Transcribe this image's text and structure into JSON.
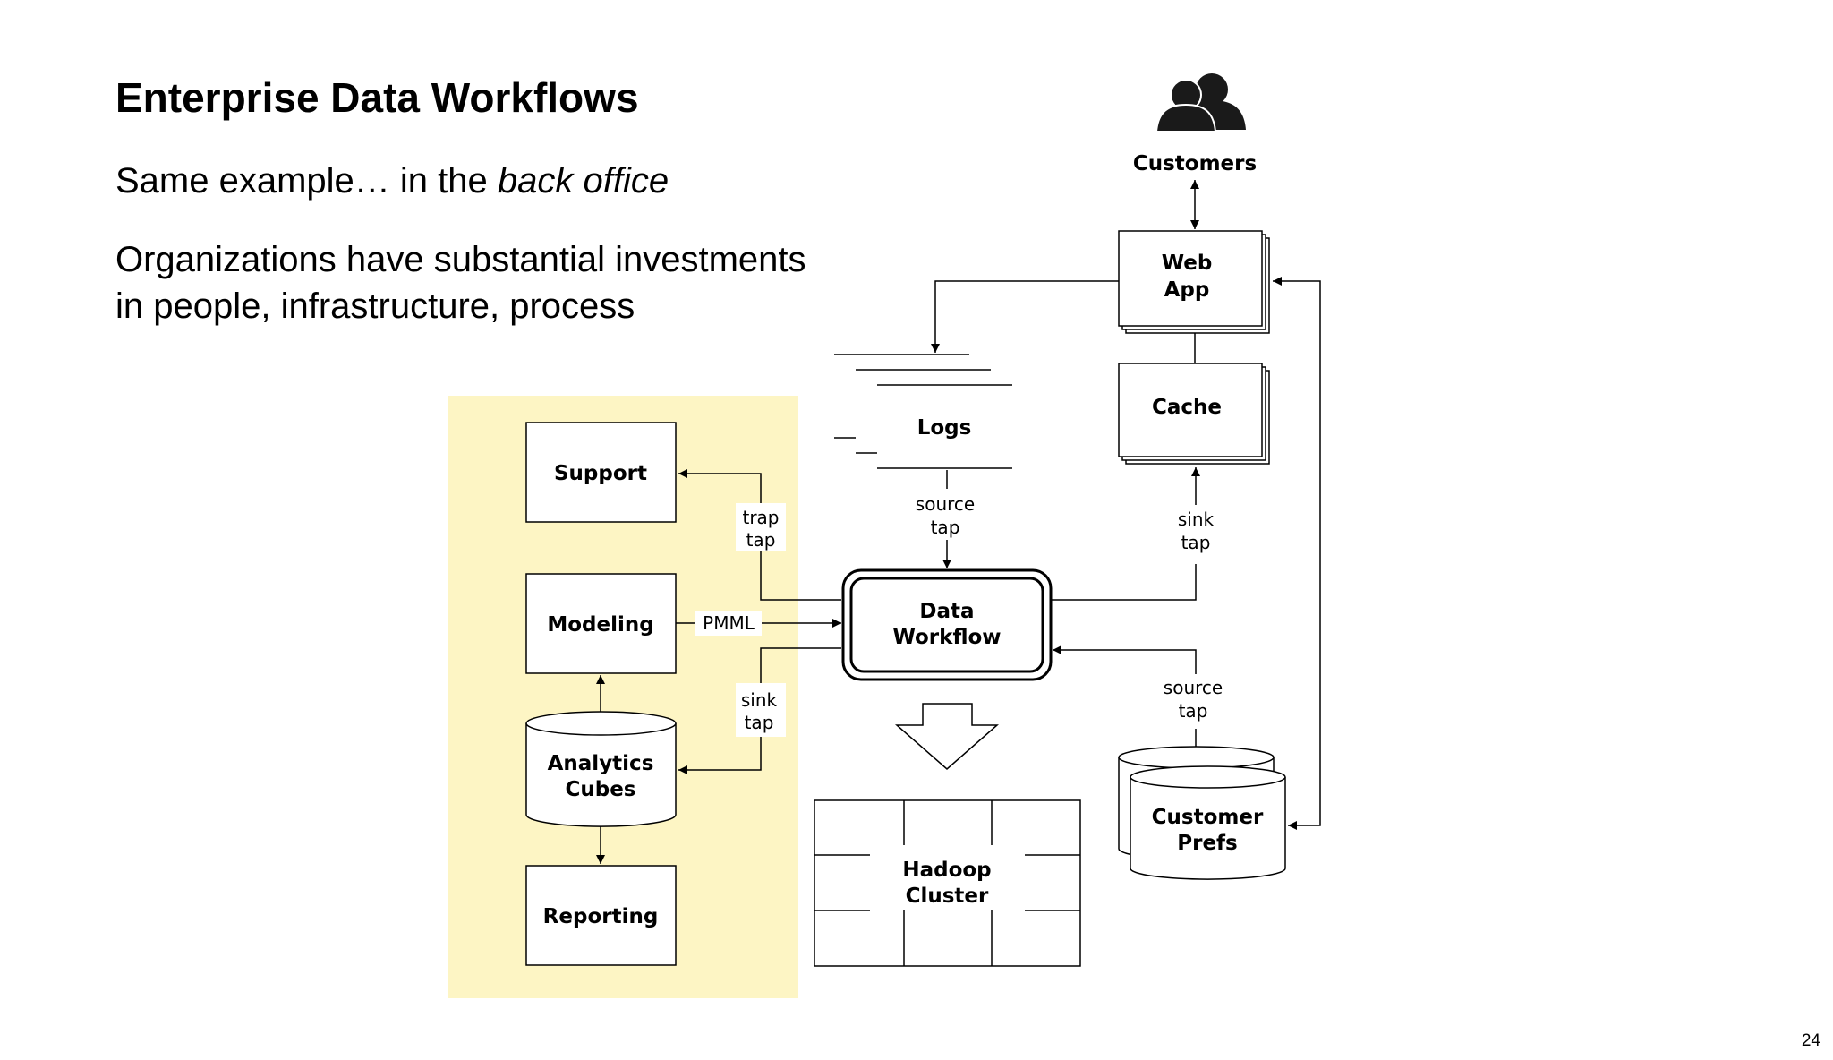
{
  "slide": {
    "title": "Enterprise Data Workflows",
    "line1_prefix": "Same example… in the ",
    "line1_emph": "back office",
    "line2a": "Organizations have substantial investments",
    "line2b": "in people, infrastructure, process",
    "page_number": "24"
  },
  "diagram": {
    "customers": "Customers",
    "web_app": [
      "Web",
      "App"
    ],
    "cache": "Cache",
    "logs": "Logs",
    "support": "Support",
    "modeling": "Modeling",
    "analytics_cubes": [
      "Analytics",
      "Cubes"
    ],
    "reporting": "Reporting",
    "data_workflow": [
      "Data",
      "Workflow"
    ],
    "hadoop_cluster": [
      "Hadoop",
      "Cluster"
    ],
    "customer_prefs": [
      "Customer",
      "Prefs"
    ],
    "trap_tap": [
      "trap",
      "tap"
    ],
    "sink_tap_left": [
      "sink",
      "tap"
    ],
    "sink_tap_right": [
      "sink",
      "tap"
    ],
    "source_tap_logs": [
      "source",
      "tap"
    ],
    "source_tap_prefs": [
      "source",
      "tap"
    ],
    "pmml": "PMML"
  },
  "colors": {
    "highlight_panel": "#fdf5c4",
    "stroke": "#000000"
  },
  "icons": [
    "customers-people-icon"
  ]
}
